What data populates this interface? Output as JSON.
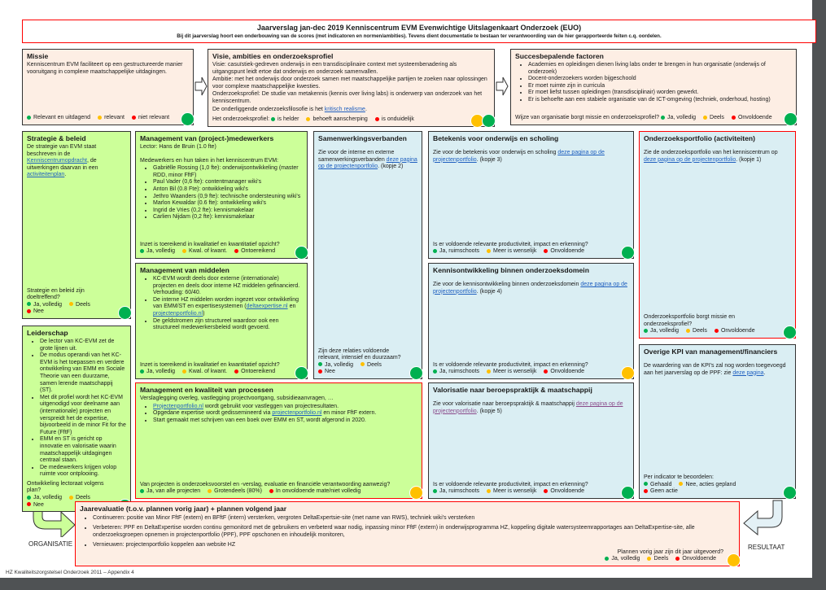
{
  "header": {
    "title": "Jaarverslag jan-dec 2019 Kenniscentrum EVM Evenwichtige Uitslagenkaart Onderzoek (EUO)",
    "subtitle": "Bij dit jaarverslag hoort een onderbouwing van de scores (met indicatoren en normen/ambities). Tevens dient documentatie te bestaan ter verantwoording van de hier gerapporteerde feiten c.q. oordelen."
  },
  "colors": {
    "green": "#00b050",
    "yellow": "#ffc000",
    "red": "#ff0000"
  },
  "boxes": [
    {
      "id": "missie",
      "name": "missie-box",
      "title": "Missie",
      "paras": [
        [
          {
            "t": "Kenniscentrum EVM faciliteert op een gestructureerde manier vooruitgang in complexe maatschappelijke uitdagingen."
          }
        ]
      ],
      "options": [
        {
          "label": "Relevant en uitdagend",
          "color": "green"
        },
        {
          "label": "relevant",
          "color": "yellow"
        },
        {
          "label": "niet relevant",
          "color": "red"
        }
      ],
      "scores": [
        "green"
      ]
    },
    {
      "id": "visie",
      "name": "visie-box",
      "title": "Visie, ambities en onderzoeksprofiel",
      "paras": [
        [
          {
            "t": "Visie: casuïstiek-gedreven onderwijs in een transdisciplinaire context met systeembenadering als uitgangspunt leidt ertoe dat onderwijs en onderzoek samenvallen."
          }
        ],
        [
          {
            "t": "Ambitie: met het onderwijs door onderzoek samen met maatschappelijke partijen te zoeken naar oplossingen voor complexe maatschappelijke kwesties."
          }
        ],
        [
          {
            "t": "Onderzoeksprofiel: De studie van metakennis (kennis over living labs) is onderwerp van onderzoek van het kenniscentrum."
          }
        ],
        [
          {
            "t": "De onderliggende onderzoeksfilosofie is het "
          },
          {
            "t": "kritisch realisme",
            "link": true
          },
          {
            "t": "."
          }
        ]
      ],
      "question": "Het onderzoeksprofiel:",
      "inline_question": true,
      "options": [
        {
          "label": "is helder",
          "color": "green"
        },
        {
          "label": "behoeft aanscherping",
          "color": "yellow"
        },
        {
          "label": "is onduidelijk",
          "color": "red"
        }
      ],
      "scores": [
        "yellow",
        "green"
      ]
    },
    {
      "id": "succes",
      "name": "succesbepalende-factoren-box",
      "title": "Succesbepalende factoren",
      "bullets": [
        [
          {
            "t": "Academies en opleidingen dienen living labs onder te brengen in hun organisatie (onderwijs of onderzoek)"
          }
        ],
        [
          {
            "t": "Docent-onderzoekers worden bijgeschoold"
          }
        ],
        [
          {
            "t": "Er moet ruimte zijn in curricula"
          }
        ],
        [
          {
            "t": "Er moet liefst tussen opleidingen (transdisciplinair) worden gewerkt."
          }
        ],
        [
          {
            "t": "Er is behoefte aan een stabiele organisatie van de ICT-omgeving (techniek, onderhoud, hosting)"
          }
        ]
      ],
      "question": "Wijze van organisatie borgt missie en onderzoeksprofiel?",
      "inline_question": true,
      "options": [
        {
          "label": "Ja, volledig",
          "color": "green"
        },
        {
          "label": "Deels",
          "color": "yellow"
        },
        {
          "label": "Onvoldoende",
          "color": "red"
        }
      ],
      "scores": [
        "green"
      ]
    },
    {
      "id": "strategie",
      "name": "strategie-beleid-box",
      "title": "Strategie & beleid",
      "paras": [
        [
          {
            "t": "De strategie van EVM staat beschreven in de "
          },
          {
            "t": "Kenniscentrumopdracht",
            "link": true
          },
          {
            "t": ", de uitwerkingen daarvan in een "
          },
          {
            "t": "activiteitenplan",
            "link": true
          },
          {
            "t": "."
          }
        ]
      ],
      "question": "Strategie en beleid zijn doeltreffend?",
      "options": [
        {
          "label": "Ja, volledig",
          "color": "green"
        },
        {
          "label": "Deels",
          "color": "yellow"
        },
        {
          "label": "Nee",
          "color": "red"
        }
      ],
      "scores": [
        "green"
      ]
    },
    {
      "id": "leiderschap",
      "name": "leiderschap-box",
      "title": "Leiderschap",
      "bullets": [
        [
          {
            "t": "De lector van KC-EVM zet de grote lijnen uit."
          }
        ],
        [
          {
            "t": "De modus operandi van het KC-EVM is het toepassen en verdere ontwikkeling van EMM en Sociale Theorie van een duurzame, samen lerende maatschappij (ST)."
          }
        ],
        [
          {
            "t": "Met dit profiel wordt het KC-EVM uitgenodigd voor deelname aan (internationale) projecten en verspreidt het de expertise, bijvoorbeeld in de minor Fit for the Future (FftF)"
          }
        ],
        [
          {
            "t": "EMM en ST is gericht op innovatie en valorisatie waarin maatschappelijk uitdagingen centraal staan."
          }
        ],
        [
          {
            "t": "De medewerkers krijgen volop ruimte voor ontplooiing."
          }
        ]
      ],
      "question": "Ontwikkeling lectoraat volgens plan?",
      "options": [
        {
          "label": "Ja, volledig",
          "color": "green"
        },
        {
          "label": "Deels",
          "color": "yellow"
        },
        {
          "label": "Nee",
          "color": "red"
        }
      ],
      "scores": [
        "green"
      ]
    },
    {
      "id": "medewerkers",
      "name": "management-medewerkers-box",
      "title": "Management van (project-)medewerkers",
      "paras": [
        [
          {
            "t": "Lector: Hans de Bruin (1.0 fte)"
          }
        ],
        [
          {
            "t": "Medewerkers en hun taken in het kenniscentrum EVM:",
            "gap": true
          }
        ]
      ],
      "bullets": [
        [
          {
            "t": "Gabriëlle Rossing (1,0 fte): onderwijsontwikkeling (master RDD, minor FftF)"
          }
        ],
        [
          {
            "t": "Paul Vader (0,6 fte): contentmanager wiki's"
          }
        ],
        [
          {
            "t": "Anton Bil (0.8 Fte): ontwikkeling wiki's"
          }
        ],
        [
          {
            "t": "Jethro Waanders (0,9 fte): technische ondersteuning wiki's"
          }
        ],
        [
          {
            "t": "Marlon Kewaldar (0.6 fte): ontwikkeling wiki's"
          }
        ],
        [
          {
            "t": "Ingrid de Vries (0,2 fte): kennismakelaar"
          }
        ],
        [
          {
            "t": "Carlien Nijdam (0,2 fte): kennismakelaar"
          }
        ]
      ],
      "question": "Inzet is toereikend in kwalitatief en kwantitatief opzicht?",
      "options": [
        {
          "label": "Ja, volledig",
          "color": "green"
        },
        {
          "label": "Kwal. of kwant.",
          "color": "yellow"
        },
        {
          "label": "Ontoereikend",
          "color": "red"
        }
      ],
      "scores": [
        "green"
      ]
    },
    {
      "id": "middelen",
      "name": "management-middelen-box",
      "title": "Management van middelen",
      "bullets": [
        [
          {
            "t": "KC-EVM wordt deels door externe (internationale) projecten en deels door interne HZ middelen gefinancierd. Verhouding: 60/40."
          }
        ],
        [
          {
            "t": "De interne HZ middelen worden ingezet voor ontwikkeling van EMM/ST en expertisesystemen ("
          },
          {
            "t": "deltaexpertise.nl",
            "link": true
          },
          {
            "t": " en "
          },
          {
            "t": "projectenportfolio.nl",
            "link": true
          },
          {
            "t": ")"
          }
        ],
        [
          {
            "t": "De geldstromen zijn structureel waardoor ook een structureel medewerkersbeleid wordt gevoerd."
          }
        ]
      ],
      "question": "Inzet is toereikend in kwalitatief en kwantitatief opzicht?",
      "options": [
        {
          "label": "Ja, volledig",
          "color": "green"
        },
        {
          "label": "Kwal. of kwant.",
          "color": "yellow"
        },
        {
          "label": "Ontoereikend",
          "color": "red"
        }
      ],
      "scores": [
        "green"
      ]
    },
    {
      "id": "processen",
      "name": "management-processen-box",
      "title": "Management en kwaliteit van processen",
      "paras": [
        [
          {
            "t": "Verslaglegging overleg, vastlegging projectvoortgang, subsidieaanvragen, …"
          }
        ]
      ],
      "bullets": [
        [
          {
            "t": "Projectenportfolio.nl",
            "link": true
          },
          {
            "t": " wordt gebruikt voor vastleggen van projectresultaten."
          }
        ],
        [
          {
            "t": "Opgedane expertise wordt gedissemineerd via "
          },
          {
            "t": "projectenportfolio.nl",
            "link": true
          },
          {
            "t": " en minor FftF extern."
          }
        ],
        [
          {
            "t": "Start gemaakt met schrijven van een boek over EMM en ST, wordt afgerond in 2020."
          }
        ]
      ],
      "question": "Van projecten is onderzoeksvoorstel en -verslag, evaluatie en financiële verantwoording aanwezig?",
      "options": [
        {
          "label": "Ja, van alle projecten",
          "color": "green"
        },
        {
          "label": "Grotendeels (80%)",
          "color": "yellow"
        },
        {
          "label": "In onvoldoende mate/niet volledig",
          "color": "red"
        }
      ],
      "scores": [
        "yellow"
      ]
    },
    {
      "id": "samenwerking",
      "name": "samenwerkingsverbanden-box",
      "title": "Samenwerkingsverbanden",
      "paras": [
        [
          {
            "t": "Zie voor de interne en externe samenwerkingsverbanden ",
            "gap": true
          },
          {
            "t": "deze pagina op de projectenportfolio",
            "link": true
          },
          {
            "t": ". (kopje 2)"
          }
        ]
      ],
      "question": "Zijn deze relaties voldoende relevant, intensief en duurzaam?",
      "options": [
        {
          "label": "Ja, volledig",
          "color": "green"
        },
        {
          "label": "Deels",
          "color": "yellow"
        },
        {
          "label": "Nee",
          "color": "red"
        }
      ],
      "scores": [
        "green"
      ]
    },
    {
      "id": "betekenis",
      "name": "betekenis-onderwijs-box",
      "title": "Betekenis voor onderwijs en scholing",
      "paras": [
        [
          {
            "t": "Zie voor de betekenis voor onderwijs en scholing ",
            "gap": true
          },
          {
            "t": "deze pagina op de projectenportfolio",
            "link": true
          },
          {
            "t": ". (kopje 3)"
          }
        ]
      ],
      "question": "Is er voldoende relevante productiviteit, impact en erkenning?",
      "options": [
        {
          "label": "Ja, ruimschoots",
          "color": "green"
        },
        {
          "label": "Meer is wenselijk",
          "color": "yellow"
        },
        {
          "label": "Onvoldoende",
          "color": "red"
        }
      ],
      "scores": [
        "green"
      ]
    },
    {
      "id": "kennis",
      "name": "kennisontwikkeling-box",
      "title": "Kennisontwikkeling binnen onderzoeksdomein",
      "paras": [
        [
          {
            "t": "Zie voor de kennisontwikkeling binnen onderzoeksdomein ",
            "gap": true
          },
          {
            "t": "deze pagina op de projectenportfolio",
            "link": true
          },
          {
            "t": ". (kopje 4)"
          }
        ]
      ],
      "question": "Is er voldoende relevante productiviteit, impact en erkenning?",
      "options": [
        {
          "label": "Ja, ruimschoots",
          "color": "green"
        },
        {
          "label": "Meer is wenselijk",
          "color": "yellow"
        },
        {
          "label": "Onvoldoende",
          "color": "red"
        }
      ],
      "scores": [
        "yellow"
      ]
    },
    {
      "id": "valorisatie",
      "name": "valorisatie-box",
      "title": "Valorisatie naar beroepspraktijk & maatschappij",
      "paras": [
        [
          {
            "t": "Zie voor valorisatie naar beroepspraktijk & maatschappij ",
            "gap": true
          },
          {
            "t": "deze pagina op de projectenportfolio",
            "link": true,
            "visited": true
          },
          {
            "t": ". (kopje 5)"
          }
        ]
      ],
      "question": "Is er voldoende relevante productiviteit, impact en erkenning?",
      "options": [
        {
          "label": "Ja, ruimschoots",
          "color": "green"
        },
        {
          "label": "Meer is wenselijk",
          "color": "yellow"
        },
        {
          "label": "Onvoldoende",
          "color": "red"
        }
      ],
      "scores": [
        "green"
      ]
    },
    {
      "id": "portfolio",
      "name": "onderzoeksportfolio-box",
      "title": "Onderzoeksportfolio (activiteiten)",
      "paras": [
        [
          {
            "t": "Zie de onderzoeksportfolio van het kenniscentrum op ",
            "gap": true
          },
          {
            "t": "deze pagina op de projectenportfolio",
            "link": true
          },
          {
            "t": ". (kopje 1)"
          }
        ]
      ],
      "question": "Onderzoeksportfolio borgt missie en onderzoeksprofiel?",
      "options": [
        {
          "label": "Ja, volledig",
          "color": "green"
        },
        {
          "label": "Deels",
          "color": "yellow"
        },
        {
          "label": "Onvoldoende",
          "color": "red"
        }
      ],
      "scores": [
        "green"
      ]
    },
    {
      "id": "kpi",
      "name": "overige-kpi-box",
      "title": "Overige KPI van management/financiers",
      "paras": [
        [
          {
            "t": "De waardering van de KPI's zal nog worden toegevoegd aan het jaarverslag op de PPF: zie ",
            "gap": true
          },
          {
            "t": "deze pagina",
            "link": true
          },
          {
            "t": "."
          }
        ]
      ],
      "question": "Per indicator te beoordelen:",
      "options": [
        {
          "label": "Gehaald",
          "color": "green"
        },
        {
          "label": "Nee, acties gepland",
          "color": "yellow"
        },
        {
          "label": "Geen actie",
          "color": "red"
        }
      ],
      "scores": [
        "green"
      ]
    },
    {
      "id": "jaareval",
      "name": "jaarevaluatie-box",
      "title": "Jaarevaluatie (t.o.v. plannen vorig jaar)  +  plannen volgend jaar",
      "bullets": [
        [
          {
            "t": "Continueren: positie van Minor FftF (extern) en BFftF (intern) versterken, vergroten DeltaExpertsie-site (met name van RWS), techniek wiki's versterken"
          }
        ],
        [
          {
            "t": "Verbeteren: PPF en DeltaExpertise worden continu gemonitord met de gebruikers en verbeterd waar nodig, inpassing minor FftF (extern) in onderwijsprogramma HZ, koppeling digitale watersysteemrapportages aan DeltaExpertise-site, alle onderzoeksgroepen opnemen in projectenportfolio (PPF), PPF opschonen en inhoudelijk monitoren,"
          }
        ],
        [
          {
            "t": "Vernieuwen: projectenportfolio koppelen aan website HZ"
          }
        ]
      ],
      "question": "Plannen vorig jaar zijn dit jaar uitgevoerd?",
      "options": [
        {
          "label": "Ja, volledig",
          "color": "green"
        },
        {
          "label": "Deels",
          "color": "yellow"
        },
        {
          "label": "Onvoldoende",
          "color": "red"
        }
      ],
      "scores": [
        "yellow"
      ]
    }
  ],
  "labels": {
    "organisatie": "ORGANISATIE",
    "resultaat": "RESULTAAT"
  },
  "footer": "HZ Kwaliteitszorgstelsel Onderzoek 2011 – Appendix 4"
}
